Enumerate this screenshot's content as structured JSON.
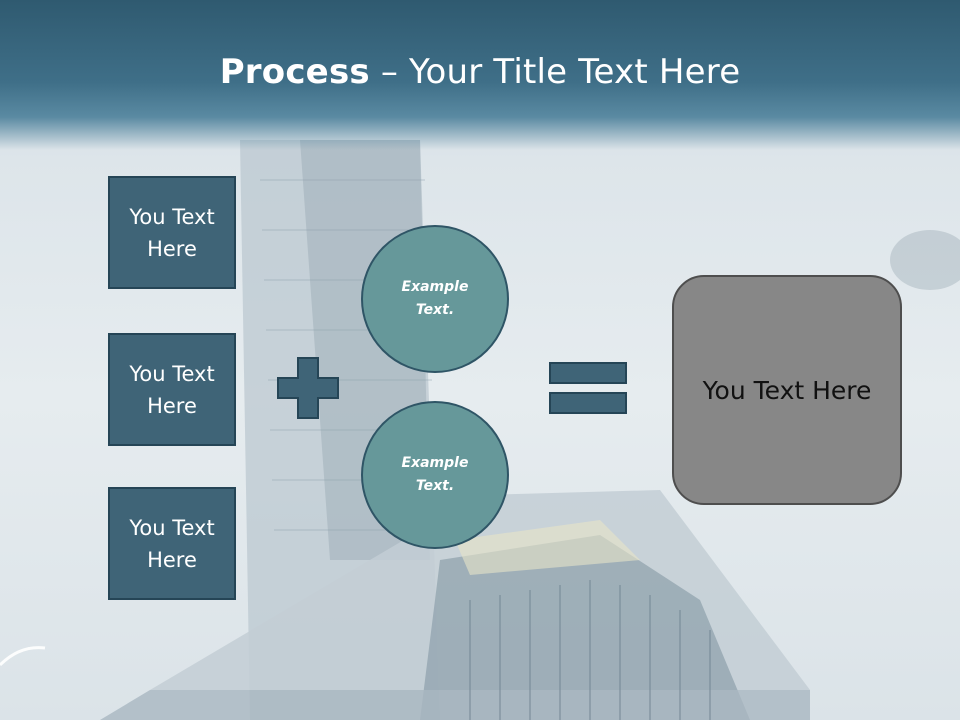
{
  "slide": {
    "title_bold": "Process",
    "title_rest": " – Your Title Text Here"
  },
  "left_boxes": [
    {
      "label": "You Text Here"
    },
    {
      "label": "You Text Here"
    },
    {
      "label": "You Text Here"
    }
  ],
  "circles": [
    {
      "label": "Example Text."
    },
    {
      "label": "Example Text."
    }
  ],
  "result": {
    "label": "You Text Here"
  },
  "colors": {
    "header": "#3f6f88",
    "box_fill": "#3f6477",
    "circle_fill": "#66989a",
    "result_fill": "#878787"
  }
}
